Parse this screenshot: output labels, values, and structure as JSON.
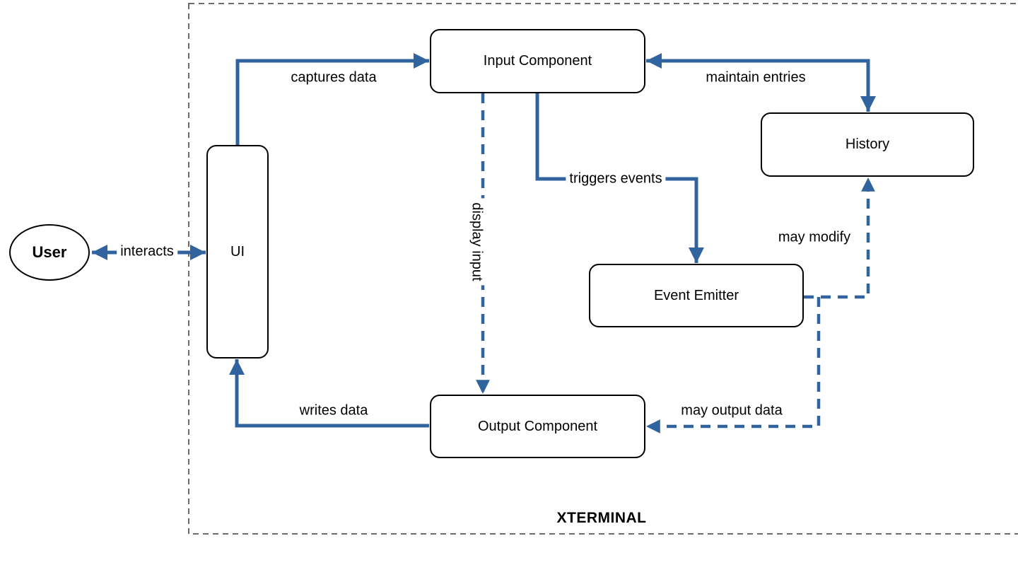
{
  "colors": {
    "connector": "#31649E",
    "boundary": "#6b6b6b",
    "node_border": "#000000",
    "node_fill": "#ffffff",
    "text": "#000000"
  },
  "diagram": {
    "boundary": {
      "label": "XTERMINAL"
    },
    "nodes": {
      "user": {
        "label": "User",
        "shape": "ellipse",
        "outside_boundary": true
      },
      "ui": {
        "label": "UI",
        "shape": "rounded-rect"
      },
      "input": {
        "label": "Input Component",
        "shape": "rounded-rect"
      },
      "history": {
        "label": "History",
        "shape": "rounded-rect"
      },
      "event_emitter": {
        "label": "Event Emitter",
        "shape": "rounded-rect"
      },
      "output": {
        "label": "Output Component",
        "shape": "rounded-rect"
      }
    },
    "edges": {
      "interacts": {
        "label": "interacts",
        "from": "User",
        "to": "UI",
        "line": "solid",
        "arrows": "both"
      },
      "captures_data": {
        "label": "captures data",
        "from": "UI",
        "to": "Input Component",
        "line": "solid",
        "arrows": "end"
      },
      "maintain_entries": {
        "label": "maintain entries",
        "from": "History",
        "to": "Input Component",
        "line": "solid",
        "arrows": "both"
      },
      "triggers_events": {
        "label": "triggers events",
        "from": "Input Component",
        "to": "Event Emitter",
        "line": "solid",
        "arrows": "end"
      },
      "display_input": {
        "label": "display input",
        "from": "Input Component",
        "to": "Output Component",
        "line": "dashed",
        "arrows": "end"
      },
      "may_modify": {
        "label": "may modify",
        "from": "Event Emitter",
        "to": "History",
        "line": "dashed",
        "arrows": "end"
      },
      "writes_data": {
        "label": "writes data",
        "from": "Output Component",
        "to": "UI",
        "line": "solid",
        "arrows": "end"
      },
      "may_output_data": {
        "label": "may output data",
        "from": "Event Emitter",
        "to": "Output Component",
        "line": "dashed",
        "arrows": "end"
      }
    }
  }
}
